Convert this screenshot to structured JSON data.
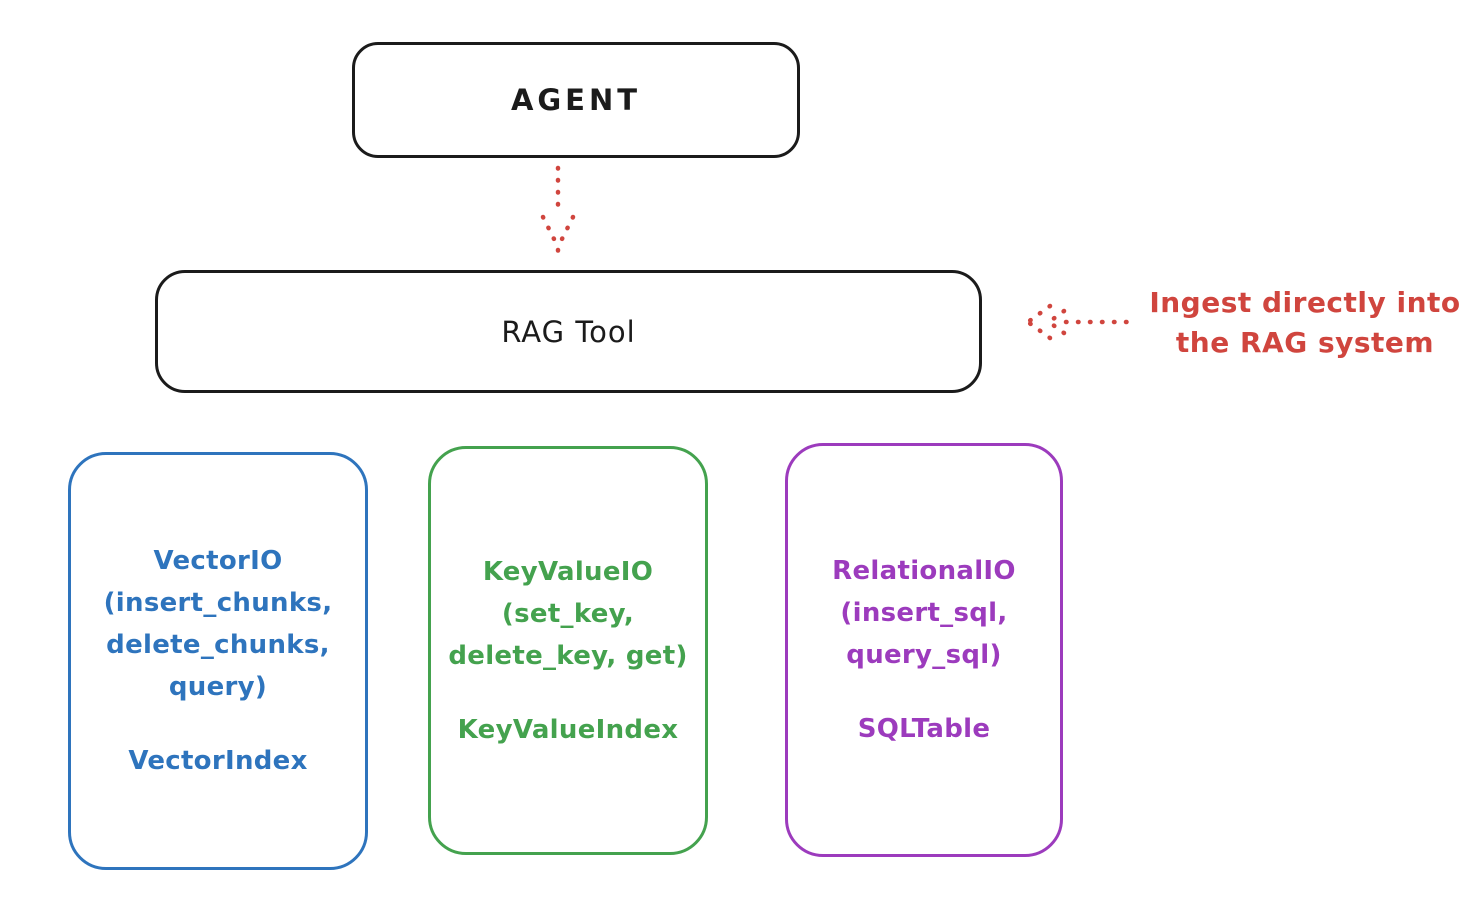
{
  "diagram": {
    "agent": {
      "label": "AGENT"
    },
    "rag_tool": {
      "label": "RAG Tool"
    },
    "annotation": {
      "line1": "Ingest directly into",
      "line2": "the RAG system",
      "color": "#d0453e"
    },
    "backends": {
      "vector": {
        "color": "#2e74bd",
        "lines": [
          "VectorIO",
          "(insert_chunks,",
          "delete_chunks,",
          "query)"
        ],
        "index": "VectorIndex"
      },
      "keyvalue": {
        "color": "#44a24e",
        "lines": [
          "KeyValueIO",
          "(set_key,",
          "delete_key, get)"
        ],
        "index": "KeyValueIndex"
      },
      "relational": {
        "color": "#9c3bbd",
        "lines": [
          "RelationalIO",
          "(insert_sql,",
          "query_sql)"
        ],
        "index": "SQLTable"
      }
    }
  }
}
